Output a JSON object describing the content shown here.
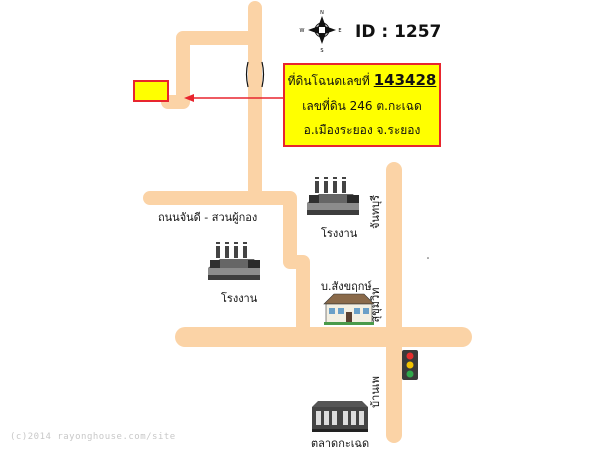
{
  "header": {
    "id_label": "ID : 1257"
  },
  "compass": {
    "north": "N",
    "south": "S",
    "east": "E",
    "west": "W"
  },
  "info_box": {
    "deed_prefix": "ที่ดินโฉนดเลขที่",
    "deed_number": "143428",
    "parcel_line": "เลขที่ดิน 246 ต.กะเฉด",
    "location_line": "อ.เมืองระยอง จ.ระยอง"
  },
  "roads": {
    "side_road": "ถนนจันดี - สวนผู้กอง",
    "upper_main": "จันทบุรี",
    "sukhumvit": "สุขุมวิท",
    "lower_main": "บ้านเพ"
  },
  "landmarks": {
    "factory_1": "โรงงาน",
    "factory_2": "โรงงาน",
    "house": "บ.สังขฤกษ์",
    "market": "ตลาดกะเฉด"
  },
  "footer": {
    "copyright": "(c)2014 rayonghouse.com/site"
  },
  "colors": {
    "road": "#fbd3a6",
    "marker": "#ffff00",
    "marker_border": "#e8252e",
    "arrow": "#e8252e"
  }
}
